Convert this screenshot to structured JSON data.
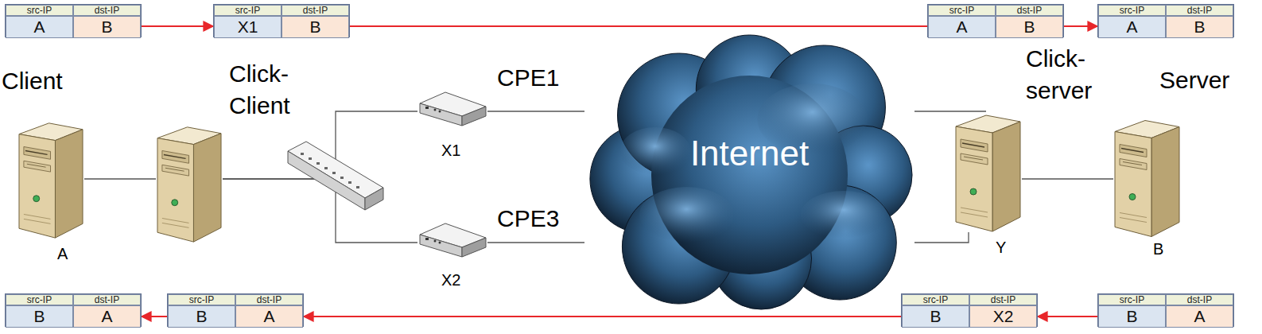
{
  "diagram": {
    "nodes": [
      {
        "text": [
          "src-IP",
          "dst-IP",
          "A",
          "B"
        ]
      },
      {
        "text": [
          "src-IP",
          "dst-IP",
          "X1",
          "B"
        ]
      },
      {
        "text": [
          "src-IP",
          "dst-IP",
          "A",
          "B"
        ]
      },
      {
        "text": [
          "src-IP",
          "dst-IP",
          "A",
          "B"
        ]
      },
      {
        "text": [
          "Client",
          "A"
        ]
      },
      {
        "text": [
          "Click-Client"
        ]
      },
      {
        "text": [
          "CPE1",
          "X1"
        ]
      },
      {
        "text": [
          "CPE3",
          "X2"
        ]
      },
      {
        "text": [
          "Internet"
        ]
      },
      {
        "text": [
          "Click-server",
          "Y"
        ]
      },
      {
        "text": [
          "Server",
          "B"
        ]
      },
      {
        "text": [
          "src-IP",
          "dst-IP",
          "B",
          "A"
        ]
      },
      {
        "text": [
          "src-IP",
          "dst-IP",
          "B",
          "A"
        ]
      },
      {
        "text": [
          "src-IP",
          "dst-IP",
          "B",
          "X2"
        ]
      },
      {
        "text": [
          "src-IP",
          "dst-IP",
          "B",
          "A"
        ]
      }
    ],
    "edges": [
      {
        "from": 4,
        "to": 5,
        "arrow": "none"
      },
      {
        "from": 5,
        "to": 6,
        "arrow": "none"
      },
      {
        "from": 5,
        "to": 7,
        "arrow": "none"
      },
      {
        "from": 6,
        "to": 8,
        "arrow": "none"
      },
      {
        "from": 7,
        "to": 8,
        "arrow": "none"
      },
      {
        "from": 8,
        "to": 9,
        "arrow": "none"
      },
      {
        "from": 8,
        "to": 9,
        "arrow": "none"
      },
      {
        "from": 9,
        "to": 10,
        "arrow": "none"
      },
      {
        "from": 0,
        "to": 1,
        "arrow": "to"
      },
      {
        "from": 1,
        "to": 2,
        "arrow": "none"
      },
      {
        "from": 2,
        "to": 3,
        "arrow": "to"
      },
      {
        "from": 14,
        "to": 13,
        "arrow": "to"
      },
      {
        "from": 13,
        "to": 12,
        "arrow": "to"
      },
      {
        "from": 12,
        "to": 11,
        "arrow": "to"
      }
    ]
  }
}
